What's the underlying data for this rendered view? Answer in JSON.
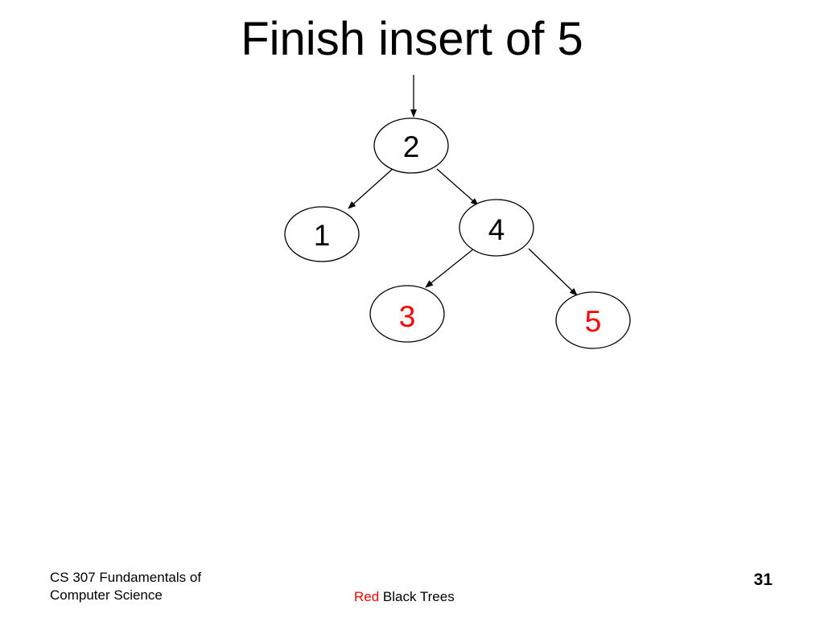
{
  "title": "Finish insert of 5",
  "colors": {
    "black_node_text": "#000000",
    "red_node_text": "#ff0000",
    "edge": "#000000",
    "node_fill": "#ffffff"
  },
  "tree": {
    "nodes": [
      {
        "id": "n2",
        "label": "2",
        "color": "black"
      },
      {
        "id": "n1",
        "label": "1",
        "color": "black"
      },
      {
        "id": "n4",
        "label": "4",
        "color": "black"
      },
      {
        "id": "n3",
        "label": "3",
        "color": "red"
      },
      {
        "id": "n5",
        "label": "5",
        "color": "red"
      }
    ],
    "edges": [
      {
        "from": "root-pointer",
        "to": "n2"
      },
      {
        "from": "n2",
        "to": "n1"
      },
      {
        "from": "n2",
        "to": "n4"
      },
      {
        "from": "n4",
        "to": "n3"
      },
      {
        "from": "n4",
        "to": "n5"
      }
    ]
  },
  "footer": {
    "course_line1": "CS 307 Fundamentals of",
    "course_line2": "Computer Science",
    "topic_red": "Red",
    "topic_rest": " Black Trees",
    "page_number": "31"
  }
}
